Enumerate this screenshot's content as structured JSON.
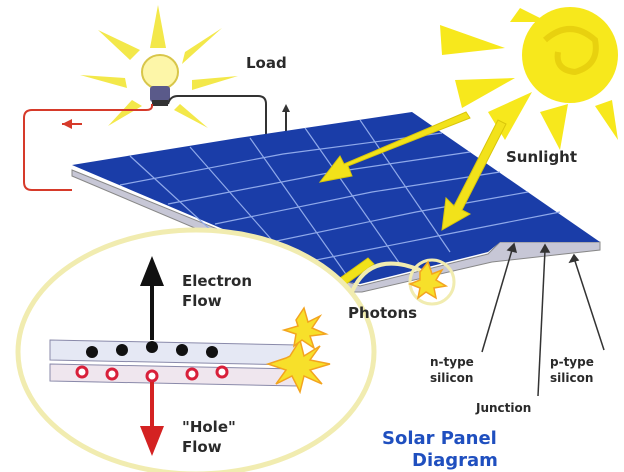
{
  "labels": {
    "load": "Load",
    "sunlight": "Sunlight",
    "electron_flow_line1": "Electron",
    "electron_flow_line2": "Flow",
    "photons": "Photons",
    "hole_flow_line1": "\"Hole\"",
    "hole_flow_line2": "Flow",
    "n_type_line1": "n-type",
    "n_type_line2": "silicon",
    "p_type_line1": "p-type",
    "p_type_line2": "silicon",
    "junction": "Junction"
  },
  "title": {
    "line1": "Solar Panel",
    "line2": "Diagram"
  },
  "colors": {
    "sun": "#f7e81c",
    "panel": "#1a3da8",
    "panel_grid": "#8fa9ea",
    "wire_red": "#d63a2a",
    "electron": "#111111",
    "hole": "#d8203a",
    "hole_arrow": "#d42222",
    "magnify_ring": "#f1ecb0",
    "title": "#1f4fbf"
  },
  "icons": [
    "sun-icon",
    "light-bulb-icon",
    "photon-burst-icon"
  ]
}
